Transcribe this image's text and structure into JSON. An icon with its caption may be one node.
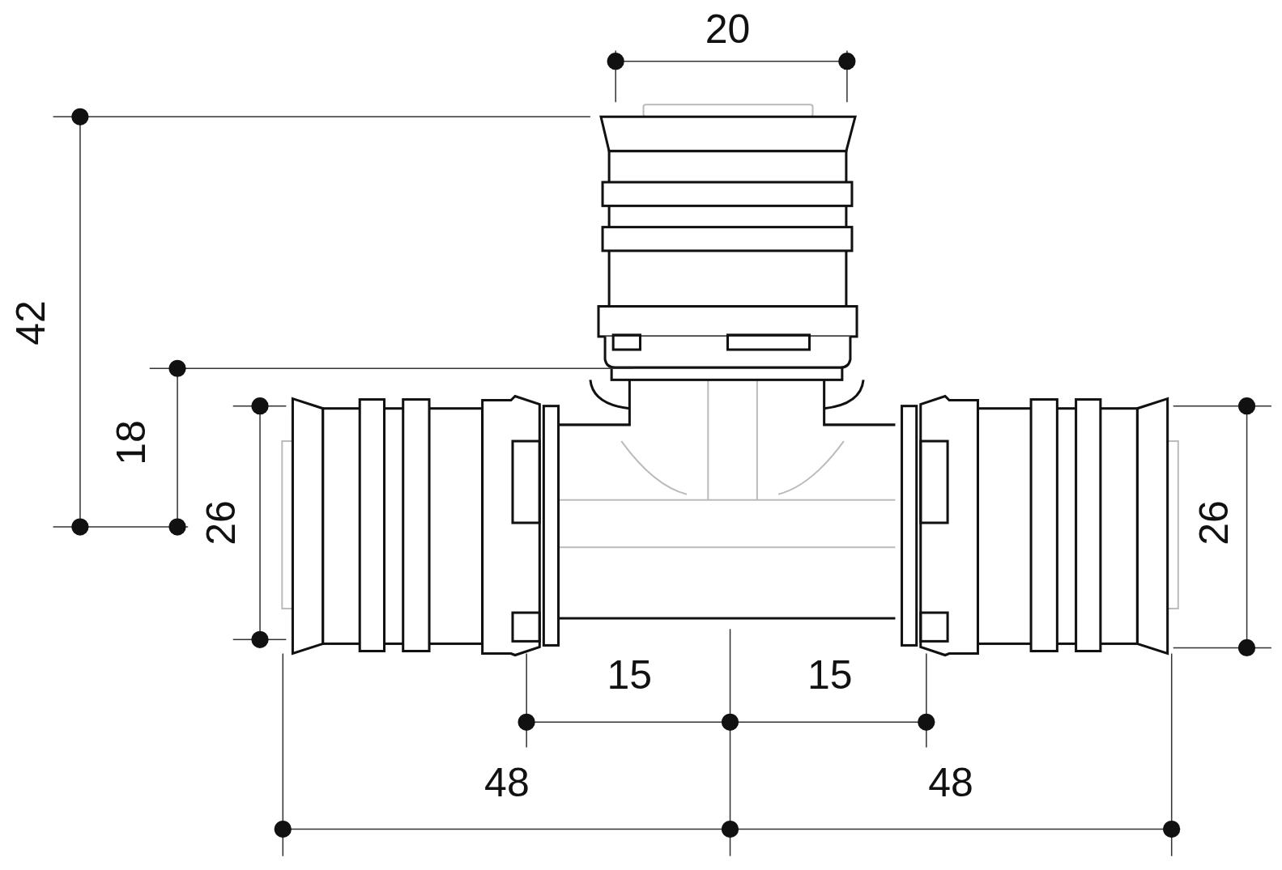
{
  "diagram": {
    "labels": [
      "20",
      "42",
      "18",
      "26",
      "26",
      "15",
      "15",
      "48",
      "48"
    ]
  }
}
